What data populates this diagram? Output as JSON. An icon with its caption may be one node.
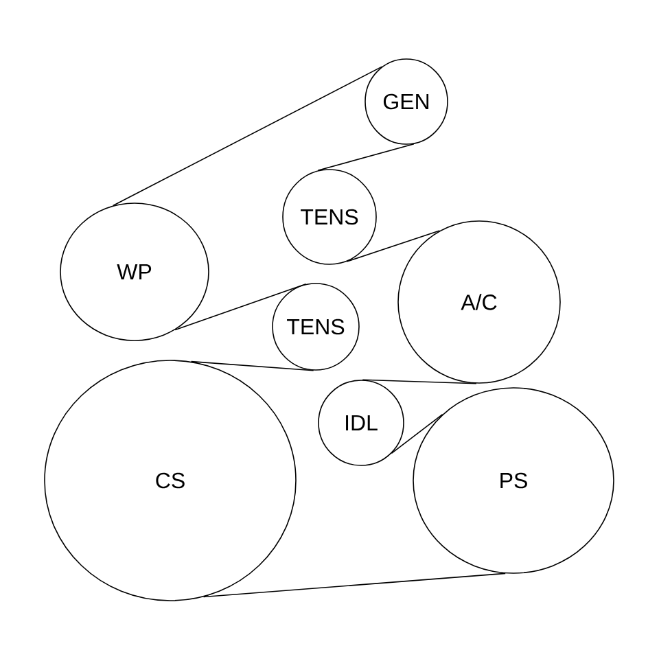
{
  "diagram": {
    "nodes": [
      {
        "text": [
          "GEN"
        ]
      },
      {
        "text": [
          "TENS"
        ]
      },
      {
        "text": [
          "WP"
        ]
      },
      {
        "text": [
          "TENS"
        ]
      },
      {
        "text": [
          "A/C"
        ]
      },
      {
        "text": [
          "IDL"
        ]
      },
      {
        "text": [
          "CS"
        ]
      },
      {
        "text": [
          "PS"
        ]
      }
    ],
    "edges": [
      {
        "from": 2,
        "to": 0,
        "arrow": "none"
      },
      {
        "from": 0,
        "to": 1,
        "arrow": "none"
      },
      {
        "from": 1,
        "to": 4,
        "arrow": "none"
      },
      {
        "from": 4,
        "to": 5,
        "arrow": "none"
      },
      {
        "from": 5,
        "to": 7,
        "arrow": "none"
      },
      {
        "from": 7,
        "to": 6,
        "arrow": "none"
      },
      {
        "from": 6,
        "to": 3,
        "arrow": "none"
      },
      {
        "from": 3,
        "to": 2,
        "arrow": "none"
      }
    ]
  }
}
